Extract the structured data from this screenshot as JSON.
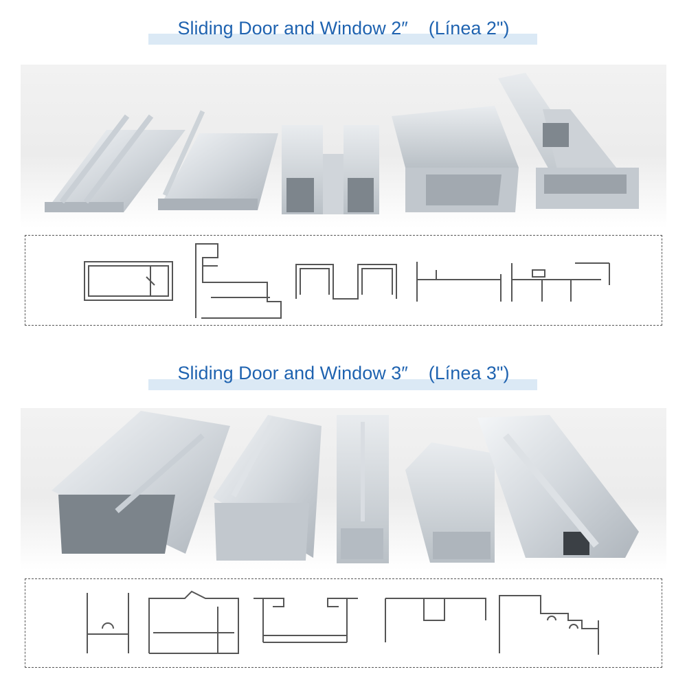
{
  "section_2": {
    "title_main": "Sliding Door and Window 2″",
    "title_alt": "(Línea 2\")"
  },
  "section_3": {
    "title_main": "Sliding Door and Window 3″",
    "title_alt": "(Línea 3\")"
  },
  "colors": {
    "title_text": "#1f63b0",
    "title_band": "#dbe9f5",
    "profile_light": "#dfe3e7",
    "profile_dark": "#9aa1a8",
    "line_drawing": "#555555"
  }
}
